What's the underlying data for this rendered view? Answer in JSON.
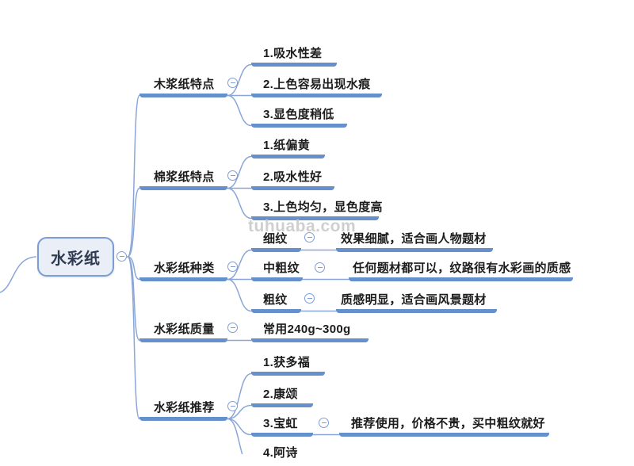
{
  "watermark": {
    "text": "tuhuaba.com"
  },
  "root": {
    "label": "水彩纸"
  },
  "branches": [
    {
      "label": "木浆纸特点",
      "children": [
        {
          "label": "1.吸水性差"
        },
        {
          "label": "2.上色容易出现水痕"
        },
        {
          "label": "3.显色度稍低"
        }
      ]
    },
    {
      "label": "棉浆纸特点",
      "children": [
        {
          "label": "1.纸偏黄"
        },
        {
          "label": "2.吸水性好"
        },
        {
          "label": "3.上色均匀，显色度高"
        }
      ]
    },
    {
      "label": "水彩纸种类",
      "children": [
        {
          "label": "细纹",
          "children": [
            {
              "label": "效果细腻，适合画人物题材"
            }
          ]
        },
        {
          "label": "中粗纹",
          "children": [
            {
              "label": "任何题材都可以，纹路很有水彩画的质感"
            }
          ]
        },
        {
          "label": "粗纹",
          "children": [
            {
              "label": "质感明显，适合画风景题材"
            }
          ]
        }
      ]
    },
    {
      "label": "水彩纸质量",
      "children": [
        {
          "label": "常用240g~300g"
        }
      ]
    },
    {
      "label": "水彩纸推荐",
      "children": [
        {
          "label": "1.获多福"
        },
        {
          "label": "2.康颂"
        },
        {
          "label": "3.宝虹",
          "children": [
            {
              "label": "推荐使用，价格不贵，买中粗纹就好"
            }
          ]
        },
        {
          "label": "4.阿诗"
        }
      ]
    }
  ],
  "colors": {
    "bar": "#6590cb",
    "connector": "#8aa6d8",
    "collapse_icon": "#7d9ed8",
    "root_fill": "#eaeef6",
    "root_border": "#7b9cd4",
    "text": "#1c1c1c",
    "watermark": "#c4c4c4"
  }
}
